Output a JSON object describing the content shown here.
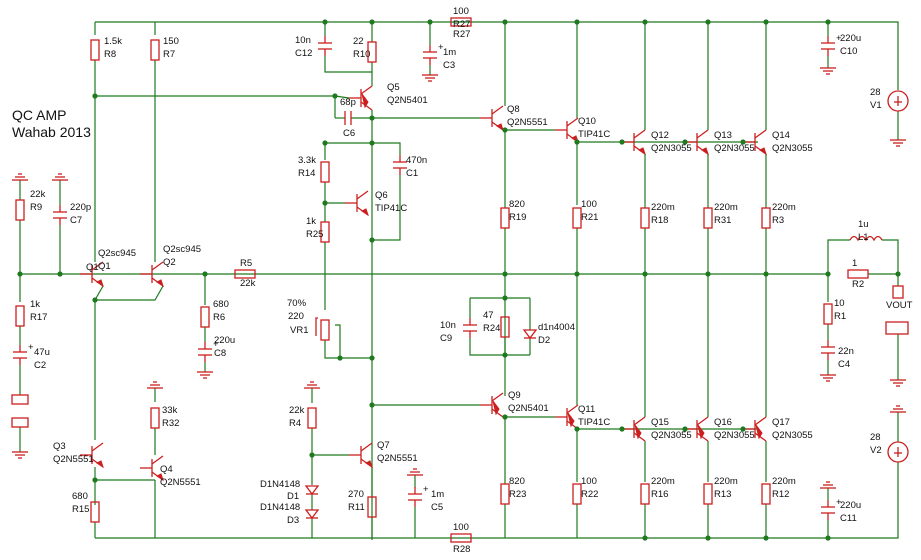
{
  "title": {
    "line1": "QC AMP",
    "line2": "Wahab 2013"
  },
  "components": {
    "R8": {
      "value": "1.5k",
      "ref": "R8"
    },
    "R7": {
      "value": "150",
      "ref": "R7"
    },
    "C12": {
      "value": "10n",
      "ref": "C12"
    },
    "R10": {
      "value": "22",
      "ref": "R10"
    },
    "R27": {
      "value": "100",
      "ref": "R27"
    },
    "C3": {
      "value": "1m",
      "ref": "C3"
    },
    "C10": {
      "value": "220u",
      "ref": "C10"
    },
    "V1": {
      "value": "28",
      "ref": "V1"
    },
    "Q5": {
      "ref": "Q5",
      "part": "Q2N5401"
    },
    "C6": {
      "value": "68p",
      "ref": "C6"
    },
    "Q8": {
      "ref": "Q8",
      "part": "Q2N5551"
    },
    "Q10": {
      "ref": "Q10",
      "part": "TIP41C"
    },
    "Q12": {
      "ref": "Q12",
      "part": "Q2N3055"
    },
    "Q13": {
      "ref": "Q13",
      "part": "Q2N3055"
    },
    "Q14": {
      "ref": "Q14",
      "part": "Q2N3055"
    },
    "R14": {
      "value": "3.3k",
      "ref": "R14"
    },
    "C1": {
      "value": "470n",
      "ref": "C1"
    },
    "Q6": {
      "ref": "Q6",
      "part": "TIP41C"
    },
    "R9": {
      "value": "22k",
      "ref": "R9"
    },
    "C7": {
      "value": "220p",
      "ref": "C7"
    },
    "R25": {
      "value": "1k",
      "ref": "R25"
    },
    "R19": {
      "value": "820",
      "ref": "R19"
    },
    "R21": {
      "value": "100",
      "ref": "R21"
    },
    "R18": {
      "value": "220m",
      "ref": "R18"
    },
    "R31": {
      "value": "220m",
      "ref": "R31"
    },
    "R3": {
      "value": "220m",
      "ref": "R3"
    },
    "L1": {
      "value": "1u",
      "ref": "L1"
    },
    "Q1": {
      "ref": "Q1",
      "part": "Q2sc945"
    },
    "Q2": {
      "ref": "Q2",
      "part": "Q2sc945"
    },
    "R5": {
      "value": "22k",
      "ref": "R5"
    },
    "R2": {
      "value": "1",
      "ref": "R2"
    },
    "R6": {
      "value": "680",
      "ref": "R6"
    },
    "VR1": {
      "value": "220",
      "ref": "VR1",
      "setting": "70%"
    },
    "C9": {
      "value": "10n",
      "ref": "C9"
    },
    "R24": {
      "value": "47",
      "ref": "R24"
    },
    "D2": {
      "ref": "D2",
      "part": "d1n4004"
    },
    "R17": {
      "value": "1k",
      "ref": "R17"
    },
    "C8": {
      "value": "220u",
      "ref": "C8"
    },
    "R1": {
      "value": "10",
      "ref": "R1"
    },
    "VOUT": {
      "label": "VOUT"
    },
    "C2": {
      "value": "47u",
      "ref": "C2"
    },
    "C4": {
      "value": "22n",
      "ref": "C4"
    },
    "Q9": {
      "ref": "Q9",
      "part": "Q2N5401"
    },
    "R32": {
      "value": "33k",
      "ref": "R32"
    },
    "Q11": {
      "ref": "Q11",
      "part": "TIP41C"
    },
    "Q15": {
      "ref": "Q15",
      "part": "Q2N3055"
    },
    "Q16": {
      "ref": "Q16",
      "part": "Q2N3055"
    },
    "Q17": {
      "ref": "Q17",
      "part": "Q2N3055"
    },
    "R4": {
      "value": "22k",
      "ref": "R4"
    },
    "V2": {
      "value": "28",
      "ref": "V2"
    },
    "Q3": {
      "ref": "Q3",
      "part": "Q2N5551"
    },
    "Q4": {
      "ref": "Q4",
      "part": "Q2N5551"
    },
    "Q7": {
      "ref": "Q7",
      "part": "Q2N5551"
    },
    "R15": {
      "value": "680",
      "ref": "R15"
    },
    "D1": {
      "ref": "D1",
      "part": "D1N4148"
    },
    "D3": {
      "ref": "D3",
      "part": "D1N4148"
    },
    "R11": {
      "value": "270",
      "ref": "R11"
    },
    "C5": {
      "value": "1m",
      "ref": "C5"
    },
    "R23": {
      "value": "820",
      "ref": "R23"
    },
    "R22": {
      "value": "100",
      "ref": "R22"
    },
    "R16": {
      "value": "220m",
      "ref": "R16"
    },
    "R13": {
      "value": "220m",
      "ref": "R13"
    },
    "R12": {
      "value": "220m",
      "ref": "R12"
    },
    "C11": {
      "value": "220u",
      "ref": "C11"
    },
    "R28": {
      "value": "100",
      "ref": "R28"
    }
  }
}
